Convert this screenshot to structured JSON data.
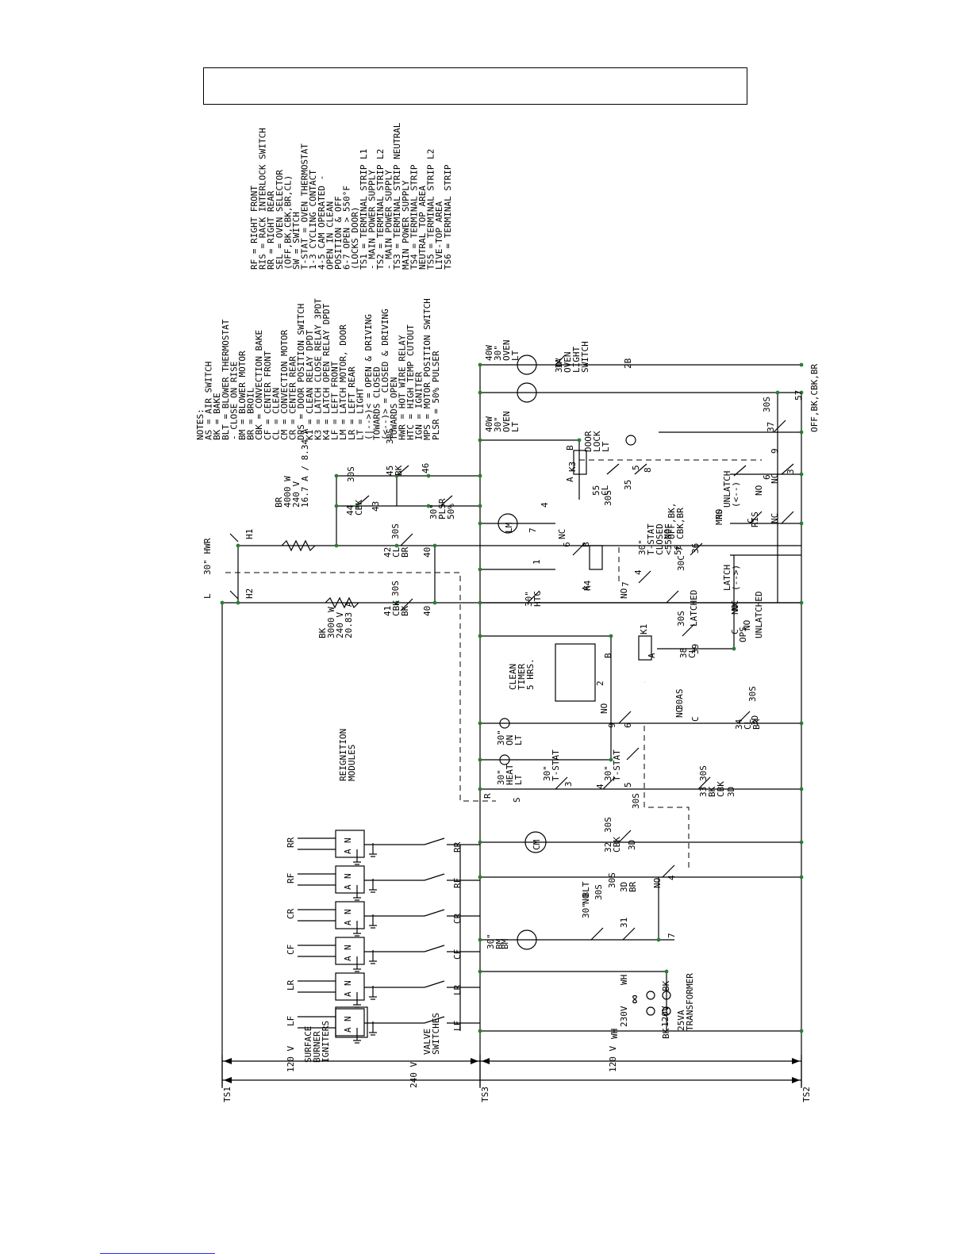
{
  "header_box_text": "",
  "rails": {
    "ts1": "TS1",
    "ts3": "TS3",
    "ts2": "TS2",
    "v120_top": "120 V",
    "v240": "240 V",
    "v120_bottom": "120 V"
  },
  "igniters": {
    "labels": [
      "LF",
      "LR",
      "CF",
      "CR",
      "RF",
      "RR"
    ],
    "modules_title": "REIGNITION\nMODULES",
    "surface_label": "SURFACE\nBURNER\nIGNITERS",
    "valve_label": "VALVE\nSWITCHES",
    "pin_n": "N",
    "pin_a": "A"
  },
  "components": {
    "bake_element": "BK\n3000 W\n240 V\n20.83 A",
    "broil_element": "BR\n4000 W\n240 V\n16.7 A / 8.34 A",
    "hwr": "30\" HWR",
    "h1": "H1",
    "h2": "H2",
    "l": "L",
    "bm": "BM",
    "bm_label": "30\"\nBM",
    "cm": "CM",
    "lm": "LM",
    "clean_timer": "CLEAN\nTIMER\n5 HRS.",
    "ovenlt_left": "40W\n30\"\nOVEN\nLT",
    "ovenlt_right": "40W\n30\"\nOVEN\nLT",
    "oven_light_switch": "30\"\nOVEN\nLIGHT\nSWITCH",
    "door_lock_lt": "DOOR\nLOCK\nLT",
    "heat_lt": "30\"\nHEAT\nLT",
    "on_lt": "30\"\nON\nLT",
    "tstat_a": "30\"\nT-STAT",
    "tstat_b": "30\"\nT-STAT",
    "tstat_c": "30\"\nT-STAT\nCLOSED\n<550°F",
    "htc": "30\"\nHTC",
    "plsr": "30\"\nPLSR\n50%",
    "transformer": "25VA\nTRANSFORMER",
    "v230": "230V",
    "v120": "120V",
    "wh": "WH",
    "bk": "BK",
    "offbk": "OFF,BK,CBK,BR",
    "offbk2": "OFF,BK,\nCBK,BR",
    "latch_lbl": "LATCH\n(-->)",
    "unlatch_lbl": "UNLATCH\n(<--)",
    "latched": "LATCHED",
    "unlatched": "UNLATCHED",
    "ops": "OPS",
    "mps": "MPS",
    "ris": "RIS",
    "k1": "K1",
    "k3": "K3",
    "k4": "K4",
    "os30": "30S",
    "as30": "30AS",
    "c30": "30C",
    "no": "NO",
    "nc": "NC",
    "c": "C",
    "a": "A",
    "b": "B",
    "blt": "30\" BLT"
  },
  "legend": {
    "col1": [
      "NOTES:",
      "AS    = AIR SWITCH",
      "BK    = BAKE",
      "BLT   = BLOWER THERMOSTAT",
      "        - CLOSE ON RISE",
      "BM    = BLOWER MOTOR",
      "BR    = BROIL",
      "CBK   = CONVECTION BAKE",
      "CF    = CENTER FRONT",
      "CL    = CLEAN",
      "CM    = CONVECTION MOTOR",
      "CR    = CENTER REAR",
      "DPS   = DOOR POSITION SWITCH",
      "K1    = CLEAN RELAY DPDT",
      "K3    = LATCH CLOSE RELAY 3PDT",
      "K4    = LATCH OPEN RELAY DPDT",
      "LF    = LEFT FRONT",
      "LM    = LATCH MOTOR, DOOR",
      "LR    = LEFT REAR",
      "LT    = LIGHT",
      "(|-->)< = OPEN & DRIVING",
      "         TOWARDS CLOSED",
      "(<--)> = CLOSED & DRIVING",
      "         TOWARDS OPEN",
      "HWR   = HOT WIRE RELAY",
      "HTC   = HIGH TEMP CUTOUT",
      "IGN   = IGNITER",
      "MPS   = MOTOR POSITION SWITCH",
      "PLSR  = 50% PULSER"
    ],
    "col2": [
      "RF    = RIGHT FRONT",
      "RIS   = RACK INTERLOCK SWITCH",
      "RR    = RIGHT REAR",
      "SEL   = OVEN SELECTOR",
      "        (OFF,BK,CBK,BR,CL)",
      "SW    = SWITCH",
      "T-STAT = OVEN THERMOSTAT",
      "        1-3 CYCLING CONTACT",
      "        4-5 CAM OPERATED -",
      "            OPEN IN CLEAN",
      "            POSITION & OFF",
      "        6-7 OPEN > 550°F",
      "            (LOCKS DOOR)",
      "TS1   = TERMINAL STRIP L1",
      "        - MAIN POWER SUPPLY",
      "TS2   = TERMINAL STRIP L2",
      "        - MAIN POWER SUPPLY",
      "TS3   = TERMINAL STRIP NEUTRAL",
      "        MAIN POWER SUPPLY",
      "TS4   = TERMINAL STRIP",
      "        NEUTRAL TOP AREA",
      "TS5   = TERMINAL STRIP L2",
      "        LIVE-TOP AREA",
      "TS6   = TERMINAL STRIP"
    ]
  },
  "contacts": {
    "c30s_bk": "41\nCBK\nBK",
    "c40a": "40",
    "c42": "42\nCL\nBR",
    "c40b": "40",
    "c44": "44\nCBK",
    "c43": "43",
    "c45": "45\nBK",
    "c46": "46",
    "c38": "38\nCL",
    "c39": "39",
    "c33": "33\nBK\nCBK",
    "c3d": "3D",
    "c34": "34\nCL\nBR",
    "c3d2": "3D",
    "c32": "32\nCBK",
    "c3d3": "3D",
    "c31": "31",
    "c3d4": "3D\nBR",
    "c37": "37",
    "c57": "57",
    "c55": "55\nCL",
    "c35": "35",
    "c56": "56",
    "c36": "36",
    "n1": "1",
    "n2": "2",
    "n3": "3",
    "n4": "4",
    "n5": "5",
    "n6": "6",
    "n7": "7",
    "n8": "8",
    "n9": "9",
    "n1a": "1A",
    "n2b": "2B",
    "r": "R",
    "s": "S"
  }
}
